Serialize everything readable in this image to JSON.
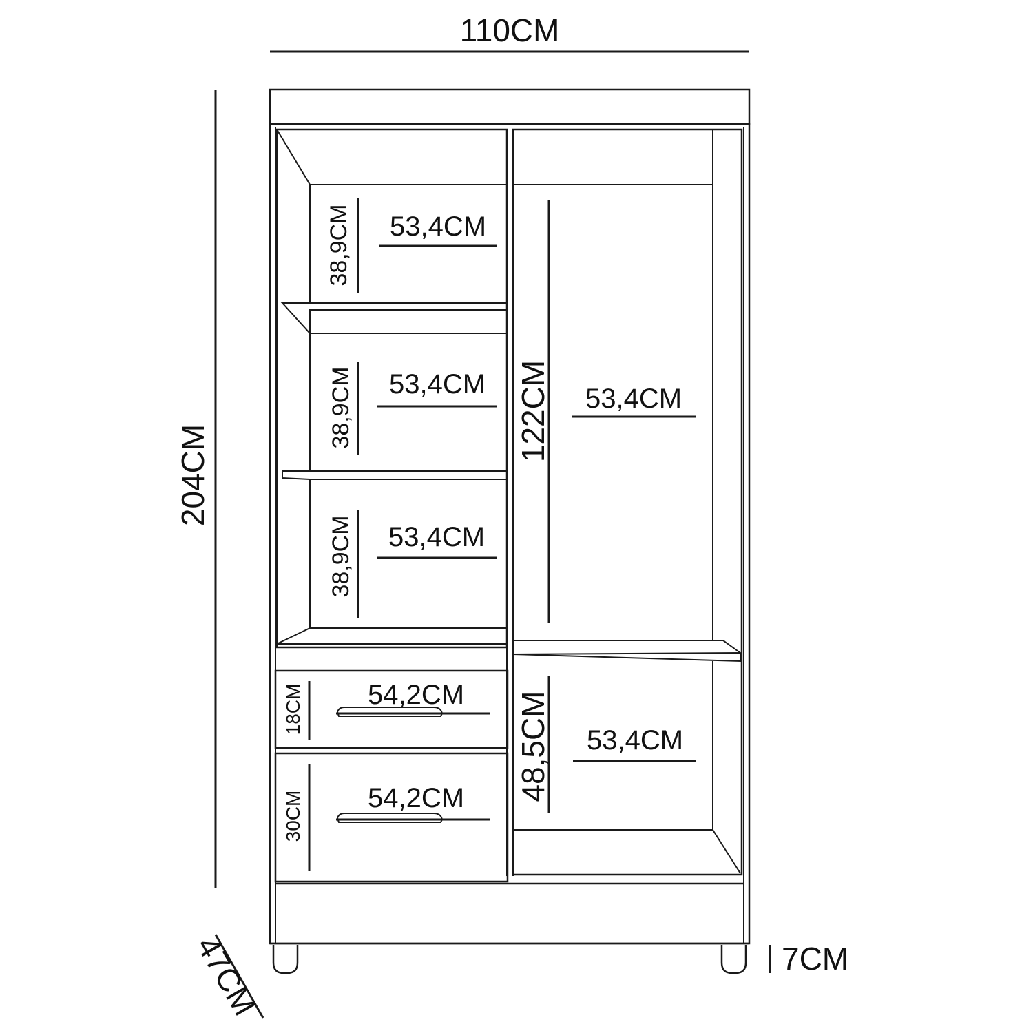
{
  "dimensions": {
    "width": "110CM",
    "height": "204CM",
    "depth": "47CM",
    "leg_height": "7CM",
    "shelf1_height": "38,9CM",
    "shelf1_width": "53,4CM",
    "shelf2_height": "38,9CM",
    "shelf2_width": "53,4CM",
    "shelf3_height": "38,9CM",
    "shelf3_width": "53,4CM",
    "drawer1_height": "18CM",
    "drawer1_width": "54,2CM",
    "drawer2_height": "30CM",
    "drawer2_width": "54,2CM",
    "hanging_height": "122CM",
    "hanging_width": "53,4CM",
    "lower_right_height": "48,5CM",
    "lower_right_width": "53,4CM"
  }
}
